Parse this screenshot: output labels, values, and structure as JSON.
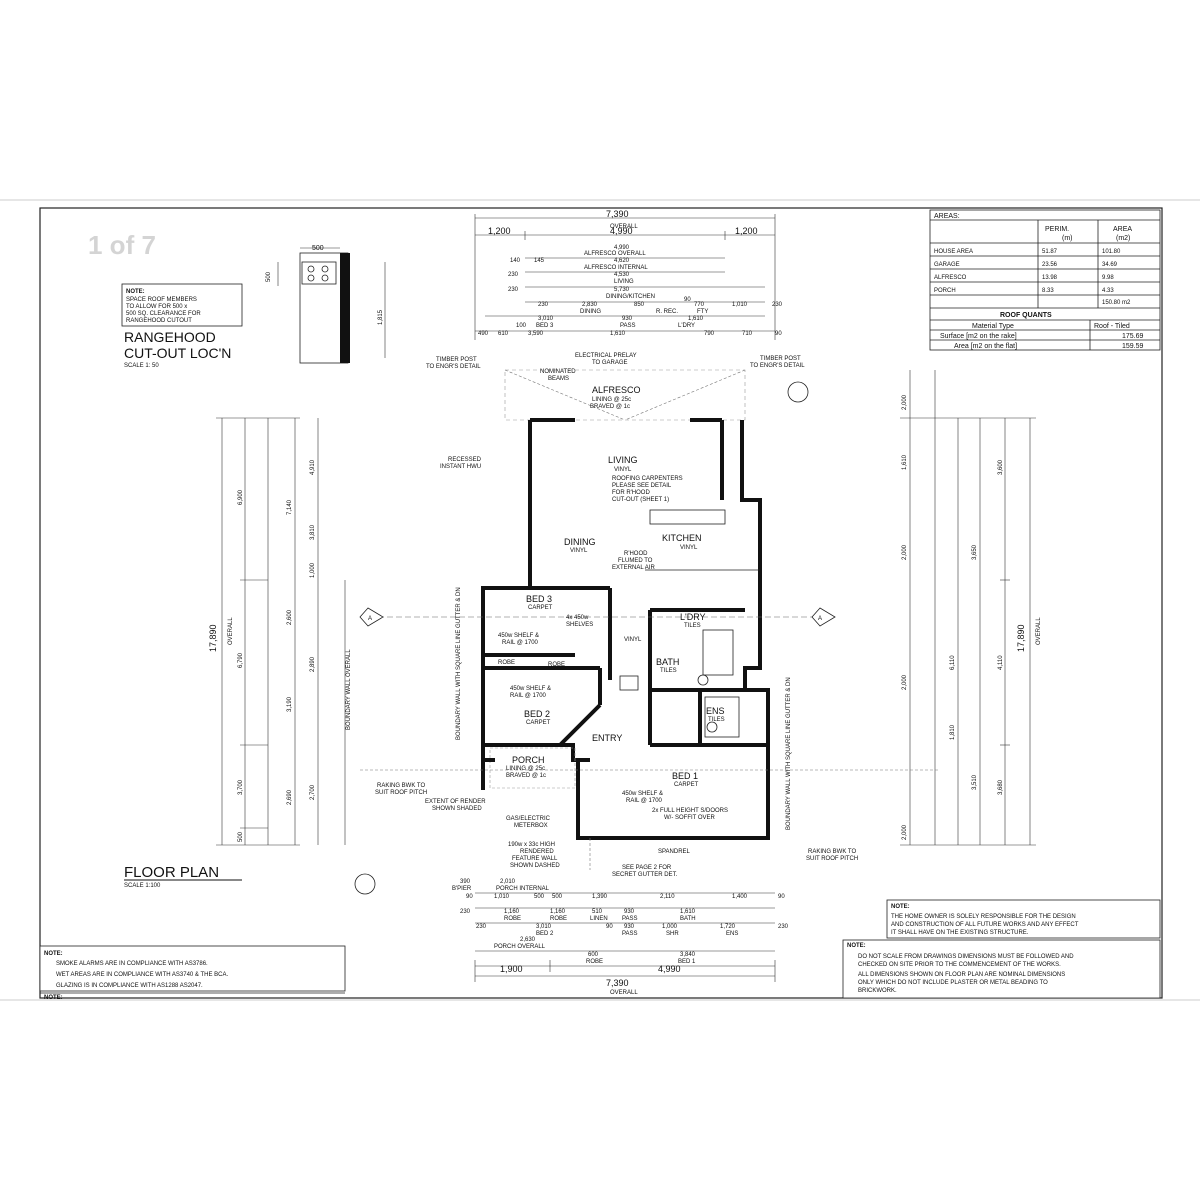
{
  "sheet": {
    "page_label": "1 of 7"
  },
  "rangehood": {
    "title_line1": "RANGEHOOD",
    "title_line2": "CUT-OUT LOC'N",
    "scale": "SCALE 1: 50",
    "dim_top": "500",
    "dim_side": "500",
    "dim_right": "1,815",
    "note_label": "NOTE:",
    "note_lines": [
      "SPACE ROOF MEMBERS",
      "TO ALLOW FOR 500 x",
      "500 SQ. CLEARANCE FOR",
      "RANGEHOOD CUTOUT"
    ]
  },
  "floor_plan": {
    "title": "FLOOR PLAN",
    "scale": "SCALE 1:100"
  },
  "areas_table": {
    "heading": "AREAS:",
    "col_perim": "PERIM.",
    "col_perim_unit": "(m)",
    "col_area": "AREA",
    "col_area_unit": "(m2)",
    "rows": [
      {
        "name": "HOUSE AREA",
        "perim": "51.87",
        "area": "101.80"
      },
      {
        "name": "GARAGE",
        "perim": "23.56",
        "area": "34.69"
      },
      {
        "name": "ALFRESCO",
        "perim": "13.98",
        "area": "9.98"
      },
      {
        "name": "PORCH",
        "perim": "8.33",
        "area": "4.33"
      }
    ],
    "total": "150.80 m2",
    "roof_heading": "ROOF QUANTS",
    "roof_col_type": "Material Type",
    "roof_col_value": "Roof - Tiled",
    "roof_rows": [
      {
        "label": "Surface [m2 on the rake]",
        "value": "175.69"
      },
      {
        "label": "Area [m2 on the flat]",
        "value": "159.59"
      }
    ]
  },
  "rooms": [
    {
      "key": "alfresco",
      "name": "ALFRESCO",
      "finish": "LINING @ 25c",
      "extra": "BRAVED @ 1c"
    },
    {
      "key": "living",
      "name": "LIVING",
      "finish": "VINYL",
      "extra": ""
    },
    {
      "key": "dining",
      "name": "DINING",
      "finish": "VINYL",
      "extra": ""
    },
    {
      "key": "kitchen",
      "name": "KITCHEN",
      "finish": "VINYL",
      "extra": ""
    },
    {
      "key": "bed3",
      "name": "BED 3",
      "finish": "CARPET",
      "extra": ""
    },
    {
      "key": "bed2",
      "name": "BED 2",
      "finish": "CARPET",
      "extra": ""
    },
    {
      "key": "bed1",
      "name": "BED 1",
      "finish": "CARPET",
      "extra": ""
    },
    {
      "key": "bath",
      "name": "BATH",
      "finish": "TILES",
      "extra": ""
    },
    {
      "key": "ldry",
      "name": "L'DRY",
      "finish": "TILES",
      "extra": ""
    },
    {
      "key": "ens",
      "name": "ENS",
      "finish": "TILES",
      "extra": ""
    },
    {
      "key": "entry",
      "name": "ENTRY",
      "finish": "",
      "extra": ""
    },
    {
      "key": "porch",
      "name": "PORCH",
      "finish": "LINING @ 25c",
      "extra": "BRAVED @ 1c"
    },
    {
      "key": "robe1",
      "name": "ROBE",
      "finish": "",
      "extra": ""
    },
    {
      "key": "robe2",
      "name": "ROBE",
      "finish": "",
      "extra": ""
    }
  ],
  "annotations": {
    "timber_post_left": [
      "TIMBER POST",
      "TO ENGR'S DETAIL"
    ],
    "timber_post_right": [
      "TIMBER POST",
      "TO ENGR'S DETAIL"
    ],
    "electrical_prelay": [
      "ELECTRICAL PRELAY",
      "TO GARAGE"
    ],
    "nominated_beams": [
      "NOMINATED",
      "BEAMS"
    ],
    "recessed_hwu": [
      "RECESSED",
      "INSTANT HWU"
    ],
    "roofing_carpenters": [
      "ROOFING CARPENTERS",
      "PLEASE SEE DETAIL",
      "FOR R'HOOD",
      "CUT-OUT (SHEET 1)"
    ],
    "rhood": [
      "R'HOOD",
      "FLUMED TO",
      "EXTERNAL AIR"
    ],
    "bed3_shelves": [
      "4x 450w",
      "SHELVES"
    ],
    "bed3_shelf_rail": [
      "450w SHELF &",
      "RAIL @ 1700"
    ],
    "bed2_shelf_rail": [
      "450w SHELF &",
      "RAIL @ 1700"
    ],
    "bed1_shelf_rail": [
      "450w SHELF &",
      "RAIL @ 1700"
    ],
    "sliding_doors": [
      "2x FULL HEIGHT S/DOORS",
      "W/- SOFFIT OVER"
    ],
    "raking_left": [
      "RAKING BWK TO",
      "SUIT ROOF PITCH"
    ],
    "raking_right": [
      "RAKING BWK TO",
      "SUIT ROOF PITCH"
    ],
    "extent_render": [
      "EXTENT OF RENDER",
      "SHOWN SHADED"
    ],
    "meterbox": [
      "GAS/ELECTRIC",
      "METERBOX"
    ],
    "feature_wall": [
      "190w x 33c HIGH",
      "RENDERED",
      "FEATURE WALL",
      "SHOWN DASHED"
    ],
    "spandrel": "SPANDREL",
    "secret_gutter": [
      "SEE PAGE 2 FOR",
      "SECRET GUTTER DET."
    ],
    "boundary_left": "BOUNDARY WALL WITH SQUARE LINE GUTTER & DN",
    "boundary_right": "BOUNDARY WALL WITH SQUARE LINE GUTTER & DN",
    "vinyl": "VINYL",
    "section_marker": "A"
  },
  "dims_top": {
    "overall": "7,390",
    "overall_label": "OVERALL",
    "inner": "4,990",
    "left": "1,200",
    "right": "1,200",
    "alfresco_overall": "ALFRESCO OVERALL",
    "alfresco_overall_val": "4,990",
    "alfresco_internal": "ALFRESCO INTERNAL",
    "alfresco_internal_val": "4,620",
    "living_val": "4,530",
    "living_label": "LIVING",
    "dining_kitchen_val": "5,730",
    "dining_kitchen_label": "DINING/KITCHEN",
    "row_b": [
      "2,830",
      "850",
      "770",
      "1,010"
    ],
    "row_b_labels": [
      "DINING",
      "R. REC.",
      "FTY"
    ],
    "row_c": [
      "3,010",
      "930",
      "1,610"
    ],
    "row_c_labels": [
      "BED 3",
      "PASS",
      "L'DRY"
    ],
    "row_d": [
      "3,590",
      "1,610",
      "790",
      "710"
    ],
    "small": [
      "140",
      "145",
      "230",
      "230",
      "230",
      "230",
      "90",
      "90",
      "100",
      "490",
      "610"
    ]
  },
  "dims_bottom": {
    "overall": "7,390",
    "overall_label": "OVERALL",
    "left": "1,900",
    "right": "4,990",
    "porch_internal": "PORCH INTERNAL",
    "porch_internal_val": "2,010",
    "porch_overall": "PORCH OVERALL",
    "porch_overall_val": "2,630",
    "row_a": [
      "1,010",
      "500",
      "500",
      "1,390",
      "2,110",
      "1,400"
    ],
    "row_b": [
      "1,160",
      "1,160",
      "510",
      "930",
      "1,610"
    ],
    "row_b_labels": [
      "ROBE",
      "ROBE",
      "LINEN",
      "PASS",
      "BATH"
    ],
    "row_c": [
      "3,010",
      "930",
      "1,000",
      "1,720"
    ],
    "row_c_labels": [
      "BED 2",
      "PASS",
      "SHR",
      "ENS"
    ],
    "row_d": [
      "600",
      "3,840"
    ],
    "row_d_labels": [
      "ROBE",
      "BED 1"
    ],
    "small": [
      "390",
      "B'PIER",
      "90",
      "230",
      "230",
      "90",
      "90",
      "230"
    ]
  },
  "dims_left": {
    "overall": "17,890",
    "overall_label": "OVERALL",
    "boundary": "BOUNDARY WALL OVERALL",
    "values": [
      "6,900",
      "6,790",
      "3,700",
      "500",
      "4,910",
      "7,140",
      "3,810",
      "1,000",
      "2,890",
      "2,600",
      "3,190",
      "2,690",
      "2,700"
    ]
  },
  "dims_right": {
    "overall": "17,890",
    "overall_label": "OVERALL",
    "values": [
      "3,600",
      "4,110",
      "3,680",
      "3,510",
      "2,000",
      "1,610",
      "3,650",
      "2,000",
      "6,110",
      "2,000",
      "1,810",
      "2,000"
    ]
  },
  "notes_left": {
    "heading": "NOTE:",
    "lines": [
      "SMOKE ALARMS ARE IN COMPLIANCE WITH AS3786.",
      "WET AREAS ARE IN COMPLIANCE WITH AS3740 & THE BCA.",
      "GLAZING IS IN COMPLIANCE WITH AS1288 AS2047."
    ],
    "heading2": "NOTE:"
  },
  "notes_right_top": {
    "heading": "NOTE:",
    "lines": [
      "THE HOME OWNER IS SOLELY RESPONSIBLE FOR THE DESIGN",
      "AND CONSTRUCTION OF ALL FUTURE WORKS AND ANY EFFECT",
      "IT SHALL HAVE ON THE EXISTING STRUCTURE."
    ]
  },
  "notes_right_bottom": {
    "heading": "NOTE:",
    "lines": [
      "DO NOT SCALE FROM DRAWINGS DIMENSIONS MUST BE FOLLOWED AND",
      "CHECKED ON SITE PRIOR TO THE COMMENCEMENT OF THE WORKS.",
      "ALL DIMENSIONS SHOWN ON FLOOR PLAN ARE NOMINAL DIMENSIONS",
      "ONLY WHICH DO NOT INCLUDE PLASTER OR METAL BEADING TO",
      "BRICKWORK."
    ]
  }
}
